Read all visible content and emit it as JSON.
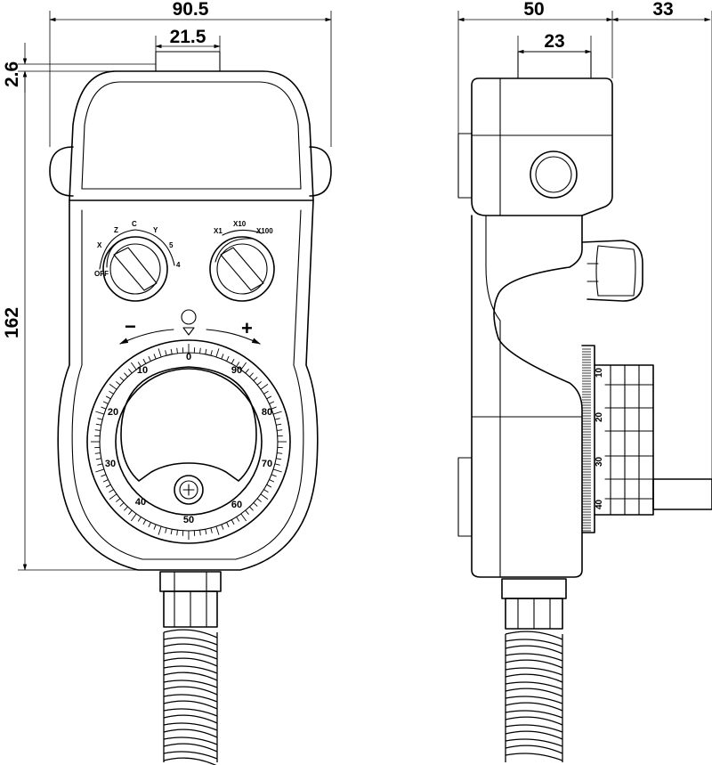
{
  "dimensions": {
    "front_width": "90.5",
    "front_top_width": "21.5",
    "front_top_offset": "2.6",
    "front_height": "162",
    "side_depth": "50",
    "side_top_width": "23",
    "side_knob_extent": "33"
  },
  "selector_axis": {
    "labels": [
      "OFF",
      "X",
      "Z",
      "C",
      "Y",
      "5",
      "4"
    ]
  },
  "selector_step": {
    "labels": [
      "X1",
      "X10",
      "X100"
    ]
  },
  "wheel": {
    "minus": "−",
    "plus": "+",
    "scale_front": [
      "0",
      "10",
      "20",
      "30",
      "40",
      "50",
      "60",
      "70",
      "80",
      "90"
    ],
    "scale_side": [
      "10",
      "20",
      "30",
      "40"
    ]
  },
  "colors": {
    "line": "#000000",
    "background": "#ffffff"
  }
}
